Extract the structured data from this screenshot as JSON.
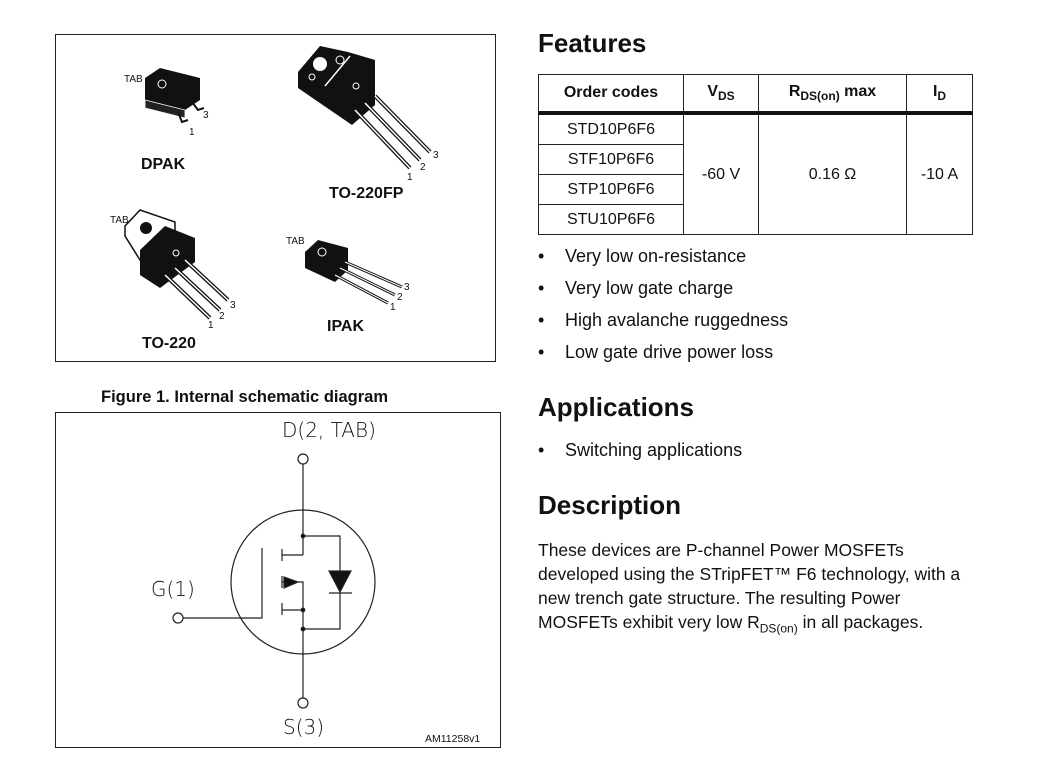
{
  "packages": {
    "tab_label": "TAB",
    "items": [
      {
        "name": "DPAK",
        "pins": [
          "1",
          "3"
        ]
      },
      {
        "name": "TO-220FP",
        "pins": [
          "1",
          "2",
          "3"
        ]
      },
      {
        "name": "TO-220",
        "pins": [
          "1",
          "2",
          "3"
        ]
      },
      {
        "name": "IPAK",
        "pins": [
          "1",
          "2",
          "3"
        ]
      }
    ]
  },
  "figure1": {
    "caption": "Figure 1. Internal schematic diagram",
    "drain": "D(2, TAB)",
    "gate": "G(1)",
    "source": "S(3)",
    "ref": "AM11258v1"
  },
  "features": {
    "title": "Features",
    "table": {
      "headers": {
        "order": "Order codes",
        "vds": "V",
        "vds_sub": "DS",
        "rds": "R",
        "rds_sub": "DS(on)",
        "rds_suffix": " max",
        "id": "I",
        "id_sub": "D"
      },
      "codes": [
        "STD10P6F6",
        "STF10P6F6",
        "STP10P6F6",
        "STU10P6F6"
      ],
      "vds": "-60 V",
      "rds": "0.16 Ω",
      "id": "-10 A"
    },
    "bullets": [
      "Very low on-resistance",
      "Very low gate charge",
      "High avalanche ruggedness",
      "Low gate drive power loss"
    ]
  },
  "applications": {
    "title": "Applications",
    "bullets": [
      "Switching applications"
    ]
  },
  "description": {
    "title": "Description",
    "text_before": "These devices are P-channel Power MOSFETs developed using the STripFET™ F6 technology, with a new trench gate structure. The resulting Power MOSFETs exhibit very low R",
    "sub": "DS(on)",
    "text_after": " in all packages."
  }
}
